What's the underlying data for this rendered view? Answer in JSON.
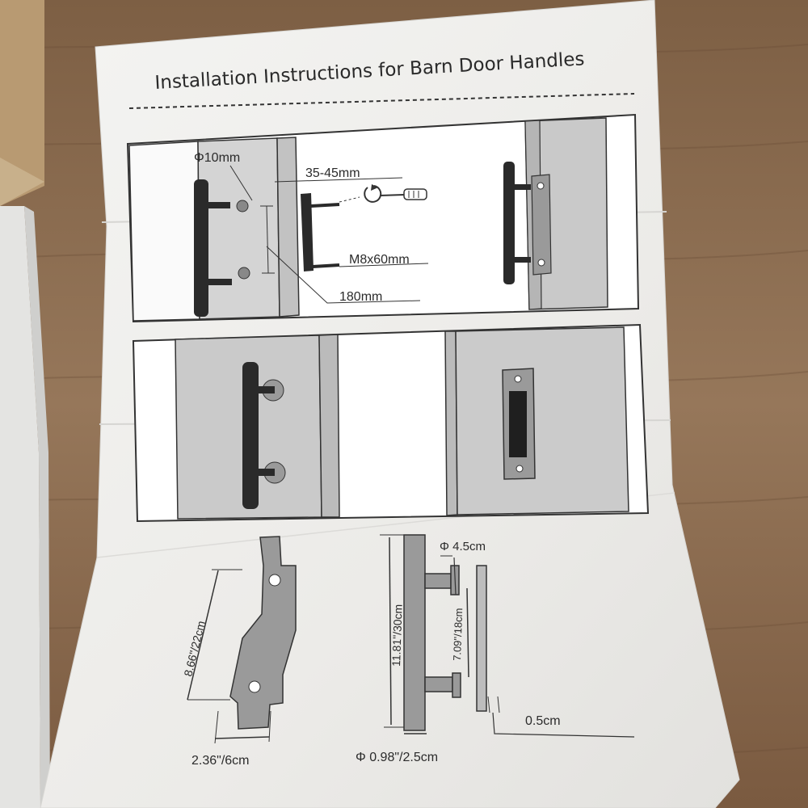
{
  "document": {
    "title": "Installation Instructions for Barn Door Handles"
  },
  "step1": {
    "hole_diameter": "Φ10mm",
    "door_thickness": "35-45mm",
    "bolt_size": "M8x60mm",
    "hole_spacing": "180mm"
  },
  "dimensions": {
    "pull_plate_height": "8.66\"/22cm",
    "pull_plate_width": "2.36\"/6cm",
    "post_diameter": "Φ 4.5cm",
    "handle_length": "11.81\"/30cm",
    "mount_spacing": "7.09\"/18cm",
    "handle_diameter": "Φ 0.98\"/2.5cm",
    "offset": "0.5cm"
  },
  "colors": {
    "paper": "#f2f2f0",
    "table_wood": "#8a6a4d",
    "ink": "#2b2b2b",
    "door_gray": "#bdbdbd"
  }
}
